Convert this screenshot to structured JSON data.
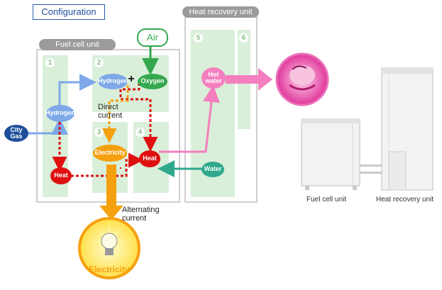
{
  "title": "Configuration",
  "units": {
    "fuel_cell": "Fuel cell unit",
    "heat_recovery": "Heat recovery unit"
  },
  "section_numbers": [
    "1",
    "2",
    "3",
    "4",
    "5",
    "6"
  ],
  "nodes": {
    "air": "Air",
    "hydrogen_top": "Hydrogen",
    "oxygen": "Oxygen",
    "plus": "+",
    "hydrogen_left": "Hydrogen",
    "city_gas": [
      "City",
      "Gas"
    ],
    "hot_water": [
      "Hot",
      "water"
    ],
    "electricity_mid": "Electricity",
    "heat_mid": "Heat",
    "heat_left": "Heat",
    "water": "Water"
  },
  "labels": {
    "direct_current": [
      "Direct",
      "current"
    ],
    "alternating_current": [
      "Alternating",
      "current"
    ],
    "electricity_bulb": "Electricity"
  },
  "captions": {
    "fuel_cell_photo": "Fuel cell unit",
    "heat_recovery_photo": "Heat recovery unit"
  },
  "colors": {
    "blue": "#7ea8e8",
    "dark_blue": "#1d4f9a",
    "green": "#35a84f",
    "teal": "#2fa88c",
    "orange": "#f5a00f",
    "red": "#e01010",
    "pink": "#f47fbf",
    "panel_green": "#d9efd9",
    "unit_gray": "#9b9b9b"
  },
  "icons": [
    "hot-water-photo-icon",
    "light-bulb-icon",
    "fuel-cell-appliance-icon",
    "heat-recovery-appliance-icon"
  ]
}
